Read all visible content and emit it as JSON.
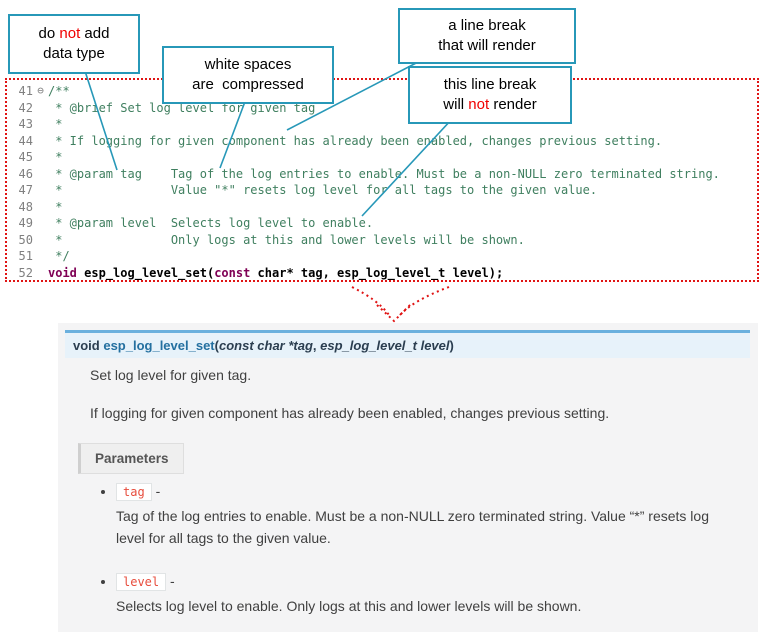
{
  "callouts": {
    "no_datatype": {
      "t1": "do ",
      "t2": "not",
      "t3": " add",
      "line2": "data type"
    },
    "whitespace": {
      "line1": "white spaces",
      "line2": "are  compressed"
    },
    "br_render": {
      "line1": "a line break",
      "line2": "that will render"
    },
    "br_norender": {
      "line1": "this line break",
      "t1": "will ",
      "t2": "not",
      "t3": " render"
    }
  },
  "colors": {
    "callout_border": "#2798b8",
    "annotation_red": "#e01414",
    "keyword_purple": "#7f0055",
    "comment_green": "#3f7f5f",
    "signature_bg": "#e7f2fa",
    "signature_border": "#6ab0de",
    "param_code_red": "#e74c3c"
  },
  "code": {
    "lines": [
      {
        "num": "41",
        "fold": "⊖",
        "text": "/**"
      },
      {
        "num": "42",
        "text": " * @brief Set log level for given tag"
      },
      {
        "num": "43",
        "text": " *"
      },
      {
        "num": "44",
        "text": " * If logging for given component has already been enabled, changes previous setting."
      },
      {
        "num": "45",
        "text": " *"
      },
      {
        "num": "46",
        "text": " * @param tag    Tag of the log entries to enable. Must be a non-NULL zero terminated string."
      },
      {
        "num": "47",
        "text": " *               Value \"*\" resets log level for all tags to the given value."
      },
      {
        "num": "48",
        "text": " *"
      },
      {
        "num": "49",
        "text": " * @param level  Selects log level to enable."
      },
      {
        "num": "50",
        "text": " *               Only logs at this and lower levels will be shown."
      },
      {
        "num": "51",
        "text": " */"
      }
    ],
    "line52": {
      "num": "52",
      "kw1": "void",
      "sp": " ",
      "fn": "esp_log_level_set",
      "open": "(",
      "kw2": "const",
      "rest": " char* tag, esp_log_level_t level);"
    }
  },
  "docs": {
    "signature": {
      "ret": "void ",
      "name": "esp_log_level_set",
      "open": "(",
      "kw": "const",
      "t1": " char *",
      "a1": "tag",
      "sep": ", ",
      "t2": "esp_log_level_t ",
      "a2": "level",
      "close": ")"
    },
    "p1": "Set log level for given tag.",
    "p2": "If logging for given component has already been enabled, changes previous setting.",
    "params_label": "Parameters",
    "items": [
      {
        "name": "tag",
        "dash": " -",
        "desc": "Tag of the log entries to enable. Must be a non-NULL zero terminated string. Value “*” resets log level for all tags to the given value."
      },
      {
        "name": "level",
        "dash": " -",
        "desc": "Selects log level to enable. Only logs at this and lower levels will be shown."
      }
    ]
  }
}
